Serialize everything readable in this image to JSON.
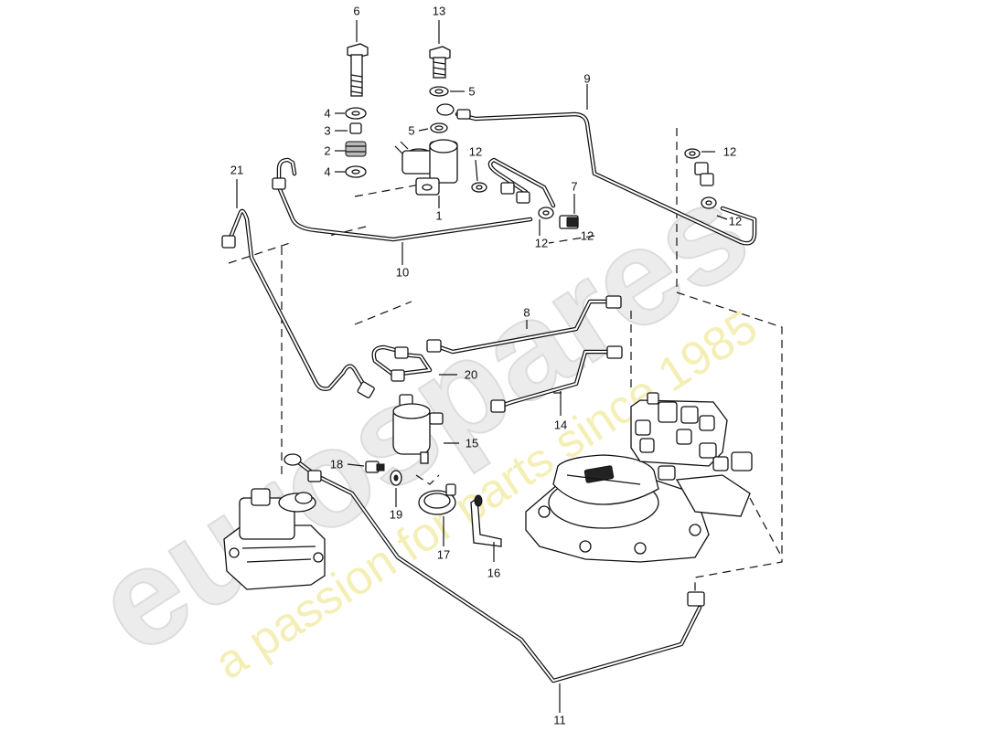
{
  "watermark": {
    "brand": "eurospares",
    "tagline": "a passion for parts since 1985",
    "brand_color": "#e9e9e9",
    "tagline_color": "#f3efb0"
  },
  "callouts": [
    "6",
    "13",
    "5",
    "9",
    "4",
    "3",
    "5",
    "2",
    "4",
    "12",
    "12",
    "12",
    "7",
    "12",
    "21",
    "1",
    "12",
    "10",
    "8",
    "20",
    "14",
    "15",
    "18",
    "19",
    "17",
    "16",
    "11"
  ]
}
